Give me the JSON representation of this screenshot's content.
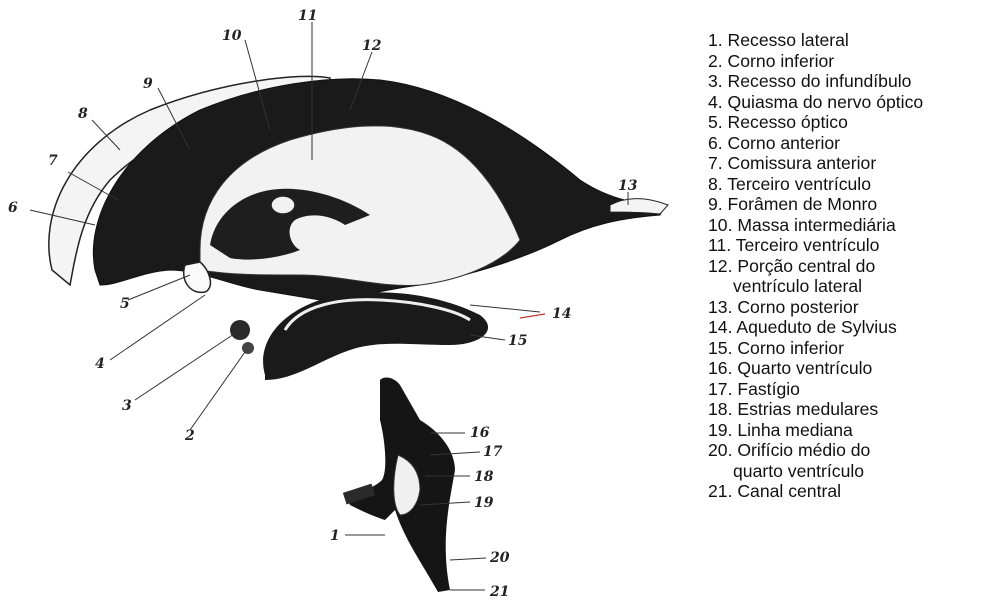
{
  "colors": {
    "ink": "#111111",
    "cavity": "#1a1a1a",
    "tissue": "#f2f2f2",
    "accent": "#c0392b"
  },
  "numbers": [
    "1",
    "2",
    "3",
    "4",
    "5",
    "6",
    "7",
    "8",
    "9",
    "10",
    "11",
    "12",
    "13",
    "14",
    "15",
    "16",
    "17",
    "18",
    "19",
    "20",
    "21"
  ],
  "legend": [
    "1. Recesso lateral",
    "2. Corno inferior",
    "3. Recesso do infundíbulo",
    "4. Quiasma do nervo óptico",
    "5. Recesso óptico",
    "6. Corno anterior",
    "7. Comissura anterior",
    "8. Terceiro ventrículo",
    "9. Forâmen de Monro",
    "10. Massa intermediária",
    "11. Terceiro ventrículo",
    [
      "12. Porção central do",
      "ventrículo lateral"
    ],
    "13. Corno posterior",
    "14. Aqueduto de Sylvius",
    "15. Corno inferior",
    "16. Quarto ventrículo",
    "17. Fastígio",
    "18. Estrias medulares",
    "19. Linha mediana",
    [
      "20. Orifício médio do",
      "quarto ventrículo"
    ],
    "21. Canal central"
  ]
}
